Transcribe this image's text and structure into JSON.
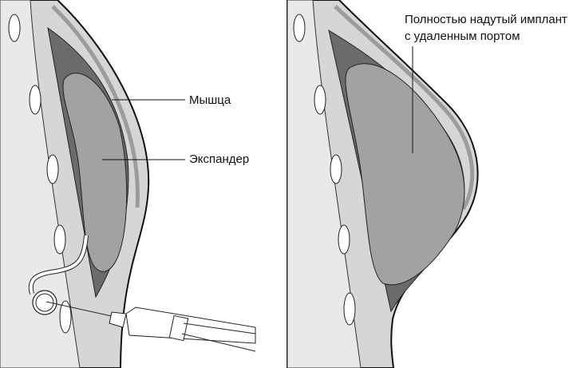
{
  "labels": {
    "muscle": "Мышца",
    "expander": "Экспандер",
    "implant_line1": "Полностью надутый имплант",
    "implant_line2": "с удаленным портом"
  },
  "colors": {
    "tissue": "#d6d6d6",
    "chest_wall": "#e9e9e9",
    "muscle": "#9c9c9c",
    "pocket": "#6b6b6b",
    "implant": "#a2a2a2"
  }
}
